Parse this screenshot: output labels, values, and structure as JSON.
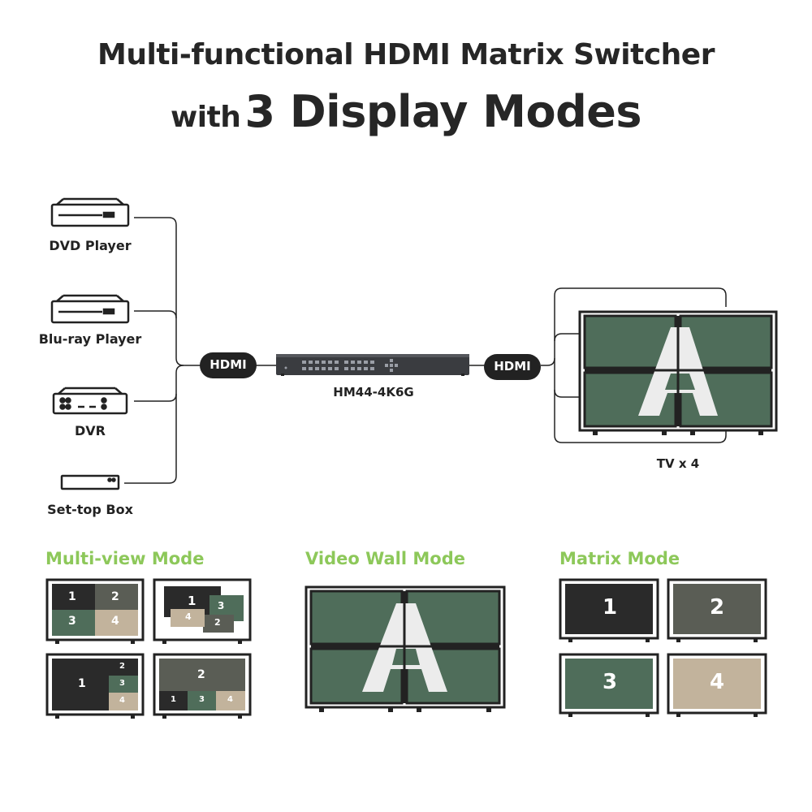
{
  "header": {
    "title_line1": "Multi-functional HDMI Matrix Switcher",
    "title_line2_prefix": "with",
    "title_line2_main": "3 Display Modes"
  },
  "sources": [
    {
      "label": "DVD Player",
      "icon": "dvd-player-icon"
    },
    {
      "label": "Blu-ray Player",
      "icon": "bluray-player-icon"
    },
    {
      "label": "DVR",
      "icon": "dvr-icon"
    },
    {
      "label": "Set-top Box",
      "icon": "settop-box-icon"
    }
  ],
  "connection": {
    "input_pill": "HDMI",
    "output_pill": "HDMI",
    "device_model": "HM44-4K6G",
    "output_label": "TV x 4"
  },
  "modes": {
    "multiview": {
      "title": "Multi-view Mode",
      "s1": [
        "1",
        "2",
        "3",
        "4"
      ],
      "s2": [
        "1",
        "3",
        "4",
        "2"
      ],
      "s3": [
        "1",
        "2",
        "3",
        "4"
      ],
      "s4": [
        "2",
        "1",
        "3",
        "4"
      ]
    },
    "videowall": {
      "title": "Video Wall Mode"
    },
    "matrix": {
      "title": "Matrix Mode",
      "screens": [
        "1",
        "2",
        "3",
        "4"
      ]
    }
  },
  "colors": {
    "screen_green": "#4f6d5a",
    "screen_dark": "#2a2a2a",
    "screen_gray": "#5a5d55",
    "screen_beige": "#c2b39c",
    "accent_green": "#8dc85a",
    "line": "#222222"
  }
}
